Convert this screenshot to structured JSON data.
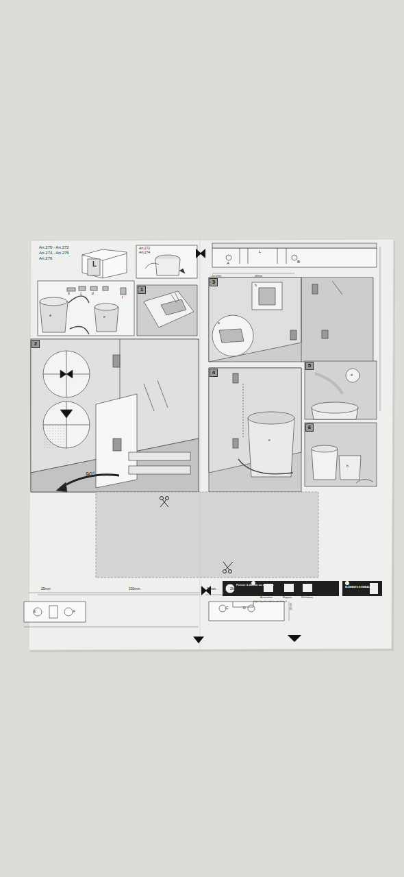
{
  "diagram": {
    "nodes": [
      {
        "text": [
          "1"
        ]
      },
      {
        "text": [
          "2"
        ]
      },
      {
        "text": [
          "3"
        ]
      },
      {
        "text": [
          "4"
        ]
      },
      {
        "text": [
          "5"
        ]
      },
      {
        "text": [
          "6"
        ]
      }
    ],
    "labels": [
      "Art.270 - Art.272",
      "Art.274 - Art.275",
      "Art.276",
      "L",
      "Art.272",
      "Art.274",
      "a",
      "b",
      "c",
      "d",
      "e",
      "f",
      "90°",
      "A",
      "B",
      "L",
      "24.5mm",
      "38mm",
      "a",
      "b",
      "e",
      "d",
      "h",
      "25mm",
      "100mm",
      "11mm",
      "26mm",
      "E",
      "F",
      "C",
      "D",
      "10mm",
      "Pensez à donner ou recycler.",
      "Association",
      "Magasin",
      "Déchèterie",
      "ÉLÉMENTS D'EMBALLAGE",
      "https://quefairedemesdechets.fr"
    ]
  }
}
